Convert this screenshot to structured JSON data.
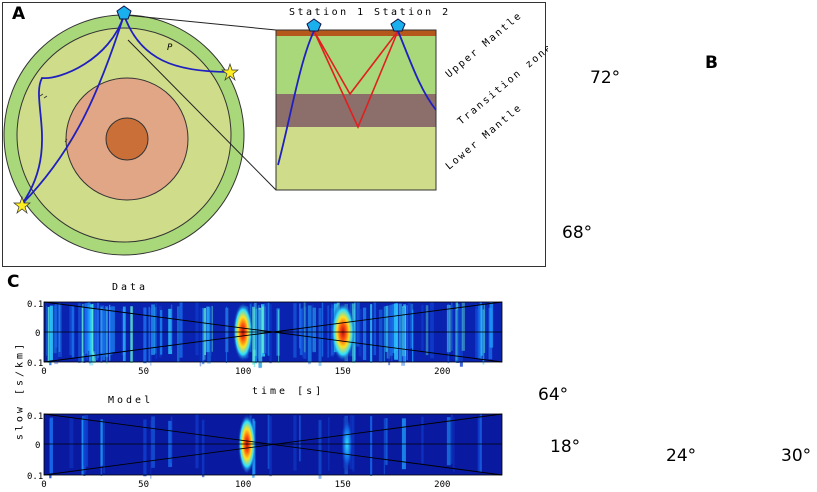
{
  "panel_labels": {
    "a": "A",
    "b": "B",
    "c": "C"
  },
  "map_degrees": {
    "lat_72": "72°",
    "lat_68": "68°",
    "lat_64": "64°",
    "lon_18": "18°",
    "lon_24": "24°",
    "lon_30": "30°"
  },
  "panel_a": {
    "station_1": "Station 1",
    "station_2": "Station 2",
    "layer_upper": "Upper Mantle",
    "layer_transition": "Transition zone",
    "layer_lower": "Lower Mantle",
    "phase_label": "P"
  },
  "panel_c": {
    "y_axis_label": "slow [s/km]",
    "x_axis_label": "time [s]",
    "data_title": "Data",
    "model_title": "Model",
    "y_ticks": [
      "0.1",
      "0",
      "0.1"
    ],
    "x_ticks": [
      "0",
      "50",
      "100",
      "150",
      "200"
    ],
    "x_tick_values": [
      0,
      50,
      100,
      150,
      200
    ],
    "x_range": [
      0,
      230
    ],
    "colors": {
      "background": "#0a1aa0",
      "hot": "#c81e14",
      "warm": "#ffd700",
      "mid": "#00c8ff"
    }
  }
}
